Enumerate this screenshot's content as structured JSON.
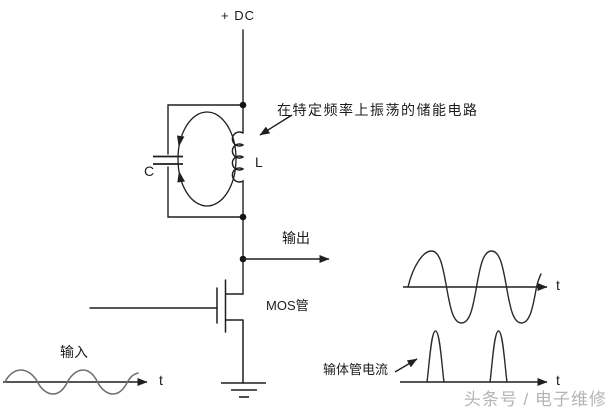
{
  "diagram": {
    "title_context": "MOS tank-circuit oscillator schematic",
    "colors": {
      "background": "#ffffff",
      "line": "#1f1f1f",
      "input_wave": "#6e6e6e",
      "watermark": "#b5b5b5"
    },
    "labels": {
      "dc_supply": "+ DC",
      "tank_annotation": "在特定频率上振荡的储能电路",
      "capacitor": "C",
      "inductor": "L",
      "output": "输出",
      "mosfet": "MOS管",
      "input": "输入",
      "pulse_current": "输体管电流",
      "time_axis": "t"
    },
    "watermark": {
      "text": "头条号 / 电子维修"
    }
  }
}
